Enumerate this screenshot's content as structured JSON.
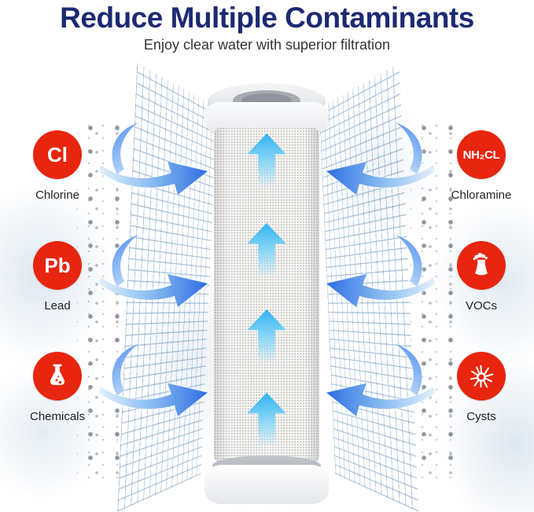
{
  "header": {
    "title": "Reduce Multiple Contaminants",
    "subtitle": "Enjoy clear water with superior filtration"
  },
  "contaminants": {
    "left": [
      {
        "symbol": "Cl",
        "label": "Chlorine",
        "icon": ""
      },
      {
        "symbol": "Pb",
        "label": "Lead",
        "icon": ""
      },
      {
        "symbol": "",
        "label": "Chemicals",
        "icon": "flask-icon"
      }
    ],
    "right": [
      {
        "symbol": "NH₂CL",
        "label": "Chloramine",
        "icon": ""
      },
      {
        "symbol": "",
        "label": "VOCs",
        "icon": "factory-icon"
      },
      {
        "symbol": "",
        "label": "Cysts",
        "icon": "cyst-icon"
      }
    ]
  },
  "icons": {
    "left_flow": "curved-arrow-right-icon",
    "right_flow": "curved-arrow-left-icon",
    "filter_flow": "up-arrow-icon"
  },
  "colors": {
    "title_navy": "#1c2a74",
    "badge_red": "#e8250e",
    "flow_arrow_blue": "#2e6fe2",
    "filter_arrow_cyan": "#2fb3f0",
    "mesh_line_blue": "#4078aa"
  }
}
